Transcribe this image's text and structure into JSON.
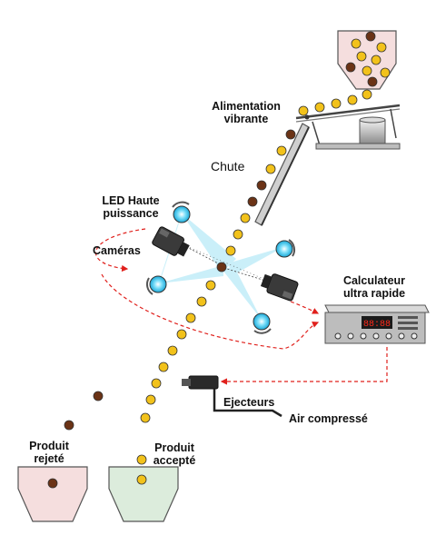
{
  "labels": {
    "feeder": [
      "Alimentation",
      "vibrante"
    ],
    "chute": "Chute",
    "led": [
      "LED Haute",
      "puissance"
    ],
    "cameras": "Caméras",
    "computer": [
      "Calculateur",
      "ultra rapide"
    ],
    "ejectors": "Ejecteurs",
    "air": "Air compressé",
    "rejected": [
      "Produit",
      "rejeté"
    ],
    "accepted": [
      "Produit",
      "accepté"
    ]
  },
  "colors": {
    "good_product": "#f2c21b",
    "bad_product": "#6b3316",
    "signal_line": "#e0201c",
    "reject_bin": "#f5dede",
    "accept_bin": "#dcecdc",
    "led_glow": "#3cc6ef",
    "display_digits": "#ff2a1a"
  },
  "icons": {
    "hopper": "hopper-icon",
    "feeder": "vibrating-feeder-icon",
    "camera": "camera-icon",
    "led": "led-lamp-icon",
    "computer": "computer-unit-icon",
    "ejector": "air-ejector-icon"
  }
}
